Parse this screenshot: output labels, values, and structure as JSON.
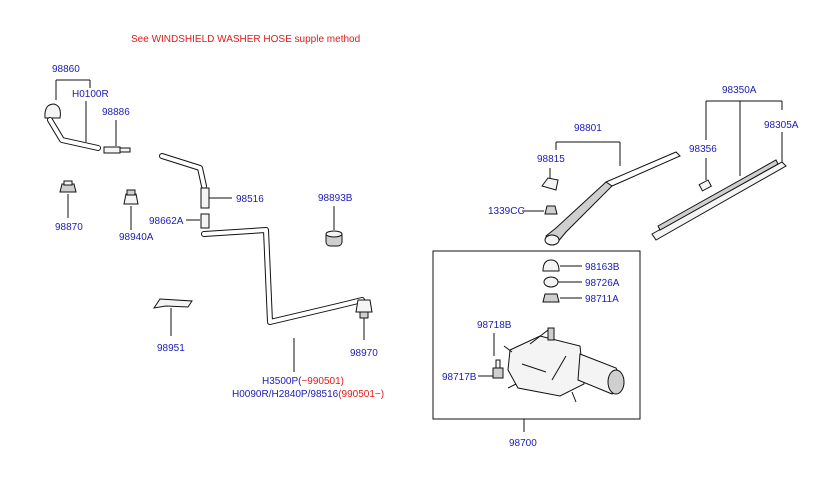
{
  "header_note": "See WINDSHIELD WASHER HOSE supple method",
  "labels": {
    "p98860": "98860",
    "h0100r": "H0100R",
    "p98886": "98886",
    "p98870": "98870",
    "p98940a": "98940A",
    "p98516": "98516",
    "p98662a": "98662A",
    "p98893b": "98893B",
    "p98951": "98951",
    "p98970": "98970",
    "h3500p": "H3500P(",
    "h3500p_date": "−990501)",
    "h0090r": "H0090R/H2840P/98516",
    "h0090r_date": "(990501−)",
    "p98801": "98801",
    "p98815": "98815",
    "p1339cc": "1339CC",
    "p98350a": "98350A",
    "p98356": "98356",
    "p98305a": "98305A",
    "p98163b": "98163B",
    "p98726a": "98726A",
    "p98711a": "98711A",
    "p98718b": "98718B",
    "p98717b": "98717B",
    "p98700": "98700"
  },
  "colors": {
    "label": "#1b1bb5",
    "note": "#e11a1a",
    "line": "#111111"
  }
}
